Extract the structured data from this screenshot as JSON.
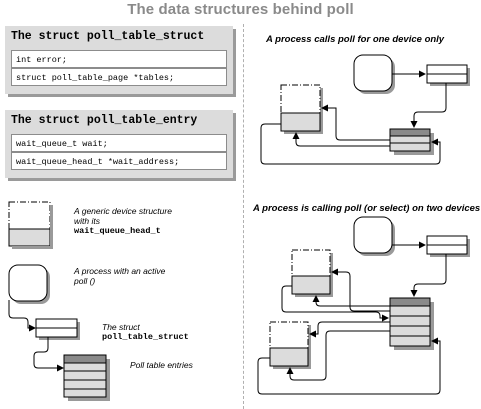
{
  "title": "The data structures behind poll",
  "poll_table_struct": {
    "title": "The struct poll_table_struct",
    "fields": [
      "int error;",
      "struct poll_table_page *tables;"
    ]
  },
  "poll_table_entry": {
    "title": "The struct poll_table_entry",
    "fields": [
      "wait_queue_t wait;",
      "wait_queue_head_t *wait_address;"
    ]
  },
  "legend": {
    "device_line1": "A generic device structure",
    "device_line2": "with its",
    "device_code": "wait_queue_head_t",
    "process_line1": "A process with an active",
    "process_line2": "poll ()",
    "struct_line1": "The struct",
    "struct_code": "poll_table_struct",
    "entries": "Poll table entries"
  },
  "diagram_one": {
    "heading": "A process calls poll for one device only"
  },
  "diagram_two": {
    "heading": "A process is calling poll (or select) on two devices"
  }
}
